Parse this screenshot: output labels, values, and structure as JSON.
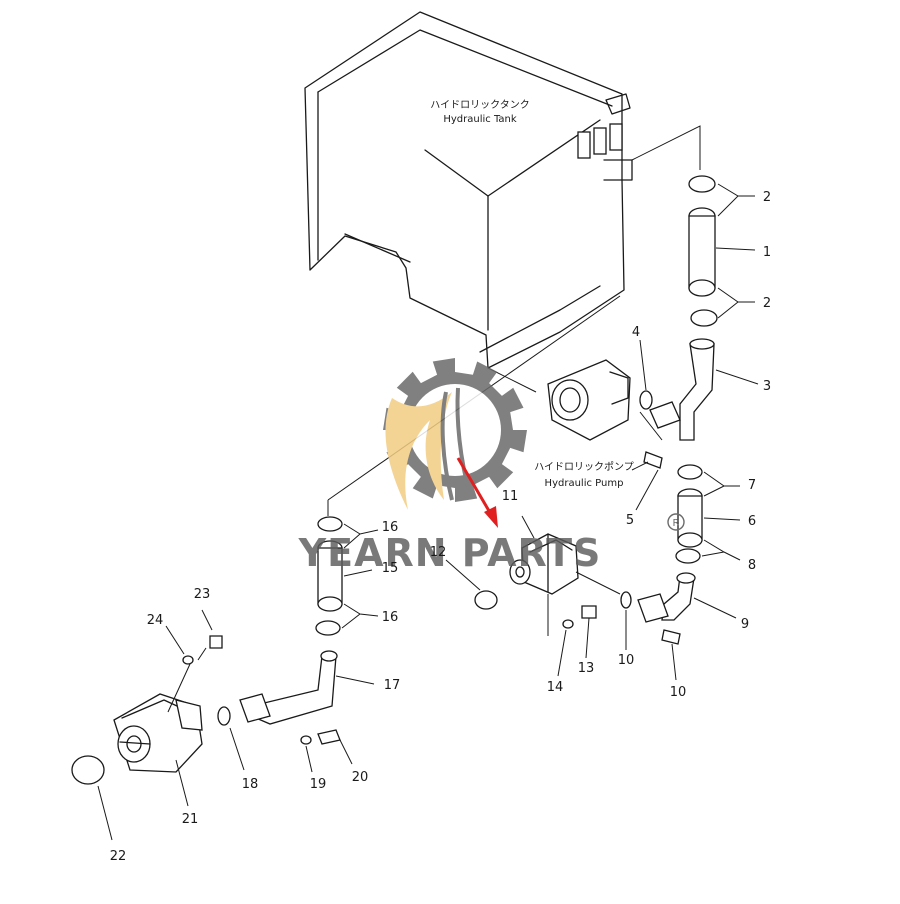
{
  "labels": {
    "tank_jp": "ハイドロリックタンク",
    "tank_en": "Hydraulic Tank",
    "pump_jp": "ハイドロリックポンプ",
    "pump_en": "Hydraulic Pump"
  },
  "watermark": {
    "text": "YEARN PARTS",
    "registered_mark": "R",
    "gear_color": "#6a6a6a",
    "flame_color": "#f3cd82",
    "arrow_color": "#e02020"
  },
  "callouts": [
    {
      "id": "c1",
      "text": "1"
    },
    {
      "id": "c2a",
      "text": "2"
    },
    {
      "id": "c2b",
      "text": "2"
    },
    {
      "id": "c3",
      "text": "3"
    },
    {
      "id": "c4",
      "text": "4"
    },
    {
      "id": "c5",
      "text": "5"
    },
    {
      "id": "c6",
      "text": "6"
    },
    {
      "id": "c7a",
      "text": "7"
    },
    {
      "id": "c7b",
      "text": "7"
    },
    {
      "id": "c8",
      "text": "8"
    },
    {
      "id": "c9",
      "text": "9"
    },
    {
      "id": "c10",
      "text": "10"
    },
    {
      "id": "c11",
      "text": "11"
    },
    {
      "id": "c12",
      "text": "12"
    },
    {
      "id": "c13",
      "text": "13"
    },
    {
      "id": "c14",
      "text": "14"
    },
    {
      "id": "c15",
      "text": "15"
    },
    {
      "id": "c16a",
      "text": "16"
    },
    {
      "id": "c16b",
      "text": "16"
    },
    {
      "id": "c17",
      "text": "17"
    },
    {
      "id": "c18",
      "text": "18"
    },
    {
      "id": "c19",
      "text": "19"
    },
    {
      "id": "c20",
      "text": "20"
    },
    {
      "id": "c21",
      "text": "21"
    },
    {
      "id": "c22",
      "text": "22"
    },
    {
      "id": "c23",
      "text": "23"
    },
    {
      "id": "c24",
      "text": "24"
    }
  ]
}
